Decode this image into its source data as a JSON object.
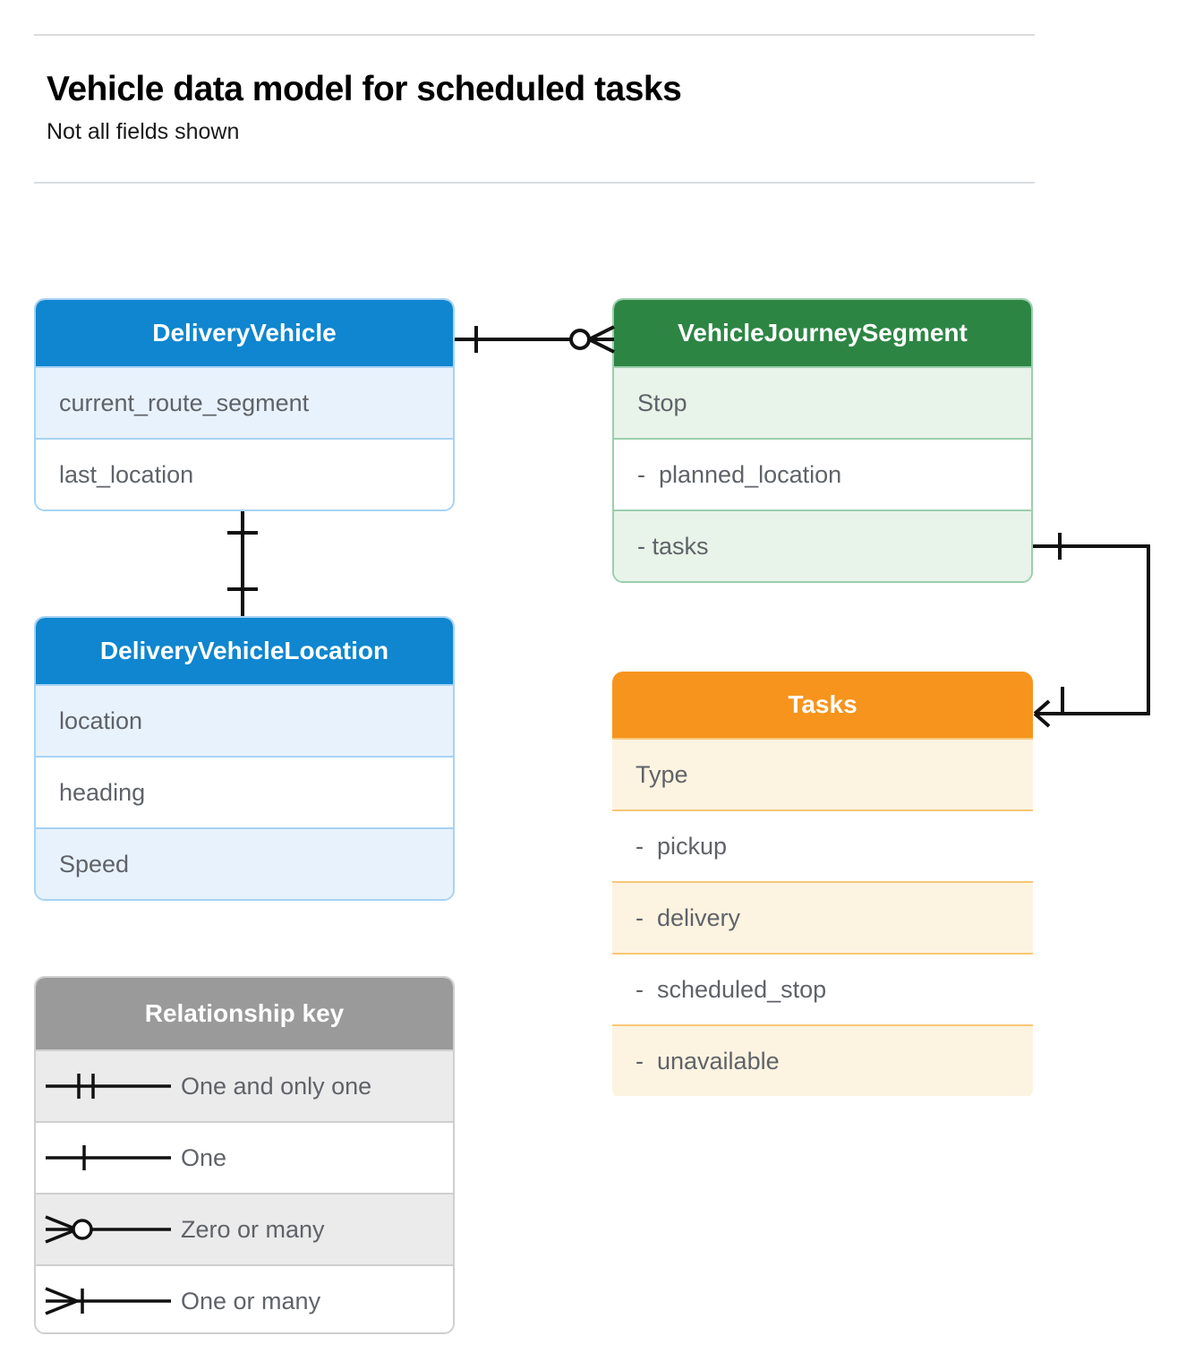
{
  "header": {
    "title": "Vehicle data model for scheduled tasks",
    "subtitle": "Not all fields shown"
  },
  "colors": {
    "blue_header": "#0f86cf",
    "blue_row": "#e8f2fd",
    "blue_border": "#a8d3f2",
    "green_header": "#2d8544",
    "green_row": "#e8f3ea",
    "green_border": "#9bcfac",
    "orange_header": "#f7941d",
    "orange_row": "#fdf3e1",
    "orange_border": "#f8c776",
    "gray_header": "#9a9a9a",
    "gray_row": "#ebebeb",
    "gray_border": "#cfcfcf",
    "text": "#5f6368",
    "connector": "#000000"
  },
  "entities": [
    {
      "id": "delivery-vehicle",
      "name": "DeliveryVehicle",
      "theme": "blue",
      "rows": [
        "current_route_segment",
        "last_location"
      ]
    },
    {
      "id": "vehicle-journey-segment",
      "name": "VehicleJourneySegment",
      "theme": "green",
      "rows": [
        "Stop",
        "-  planned_location",
        "- tasks"
      ]
    },
    {
      "id": "delivery-vehicle-location",
      "name": "DeliveryVehicleLocation",
      "theme": "blue",
      "rows": [
        "location",
        "heading",
        "Speed"
      ]
    },
    {
      "id": "tasks",
      "name": "Tasks",
      "theme": "orange",
      "rows": [
        "Type",
        "-  pickup",
        "-  delivery",
        "-  scheduled_stop",
        "-  unavailable"
      ]
    }
  ],
  "legend": {
    "title": "Relationship key",
    "items": [
      {
        "label": "One and only one",
        "symbol": "one-and-only-one-symbol"
      },
      {
        "label": "One",
        "symbol": "one-symbol"
      },
      {
        "label": "Zero or many",
        "symbol": "zero-or-many-symbol"
      },
      {
        "label": "One or many",
        "symbol": "one-or-many-symbol"
      }
    ]
  },
  "relationships": [
    {
      "id": "vehicle-to-journey-segment",
      "from": "DeliveryVehicle",
      "to": "VehicleJourneySegment",
      "from_cardinality": "One",
      "to_cardinality": "Zero or many"
    },
    {
      "id": "vehicle-to-vehicle-location",
      "from": "DeliveryVehicle",
      "to": "DeliveryVehicleLocation",
      "from_cardinality": "One",
      "to_cardinality": "One"
    },
    {
      "id": "journey-segment-tasks-to-tasks",
      "from": "VehicleJourneySegment.tasks",
      "to": "Tasks",
      "from_cardinality": "One",
      "to_cardinality": "One or many"
    }
  ]
}
